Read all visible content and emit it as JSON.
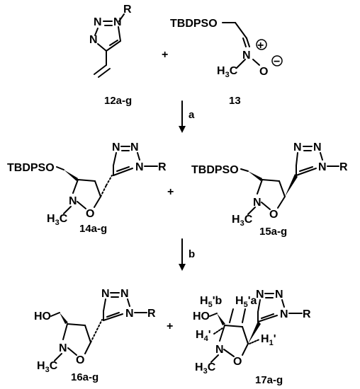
{
  "scheme": {
    "substituent_R": "R",
    "reagent_silyl_ether": "TBDPSO",
    "atoms": {
      "nitrogen": "N",
      "oxygen": "O",
      "hydroxyl": "HO",
      "methyl_H": "H",
      "methyl_sub": "3",
      "methyl_C": "C"
    },
    "charges": {
      "plus": "+",
      "minus": "−"
    },
    "plus_sign": "+",
    "labels": {
      "triazole": "12a-g",
      "nitrone": "13",
      "product_anti": "14a-g",
      "product_syn": "15a-g",
      "alcohol_anti": "16a-g",
      "alcohol_syn": "17a-g"
    },
    "steps": {
      "a": "a",
      "b": "b"
    },
    "proton_labels": {
      "H5b": "H",
      "H5b_sub": "5",
      "H5b_suffix": "'b",
      "H5a": "H",
      "H5a_sub": "5",
      "H5a_suffix": "'a",
      "H4": "H",
      "H4_sub": "4",
      "H4_suffix": "'",
      "H1": "H",
      "H1_sub": "1",
      "H1_suffix": "'"
    }
  }
}
